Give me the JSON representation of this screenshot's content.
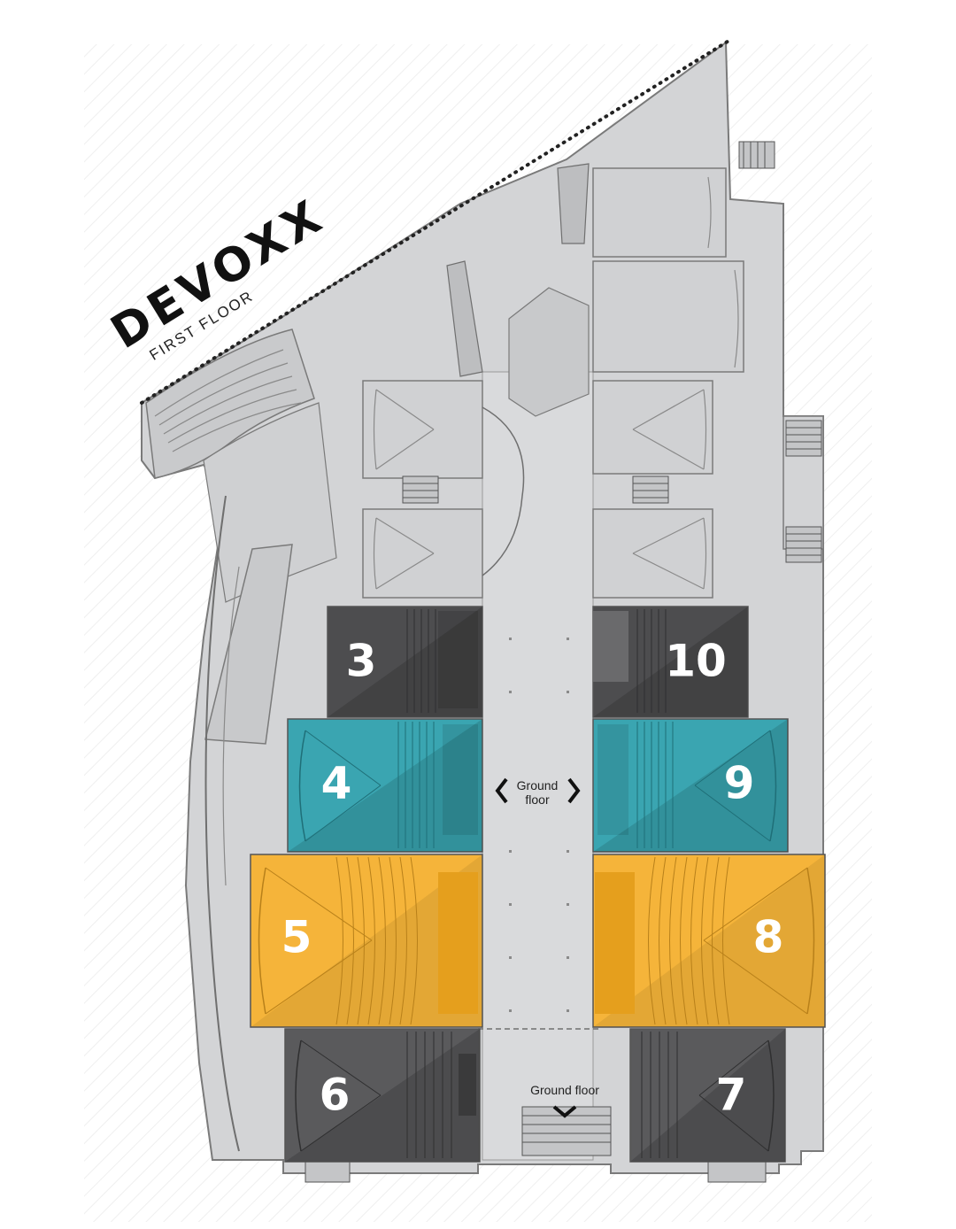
{
  "header": {
    "brand": "DEVOXX",
    "floor": "FIRST FLOOR"
  },
  "rooms": [
    {
      "label": "3",
      "color": "#4d4d4f"
    },
    {
      "label": "4",
      "color": "#3aa5b1"
    },
    {
      "label": "5",
      "color": "#f5b43a"
    },
    {
      "label": "6",
      "color": "#5a5a5c"
    },
    {
      "label": "7",
      "color": "#5a5a5c"
    },
    {
      "label": "8",
      "color": "#f5b43a"
    },
    {
      "label": "9",
      "color": "#3aa5b1"
    },
    {
      "label": "10",
      "color": "#4d4d4f"
    }
  ],
  "signs": {
    "ground_floor_mid_line1": "Ground",
    "ground_floor_mid_line2": "floor",
    "ground_floor_bottom": "Ground floor"
  },
  "colors": {
    "building": "#d3d4d6",
    "building_outline": "#7a7a7a",
    "background_stripes": "#f1f1f1"
  }
}
